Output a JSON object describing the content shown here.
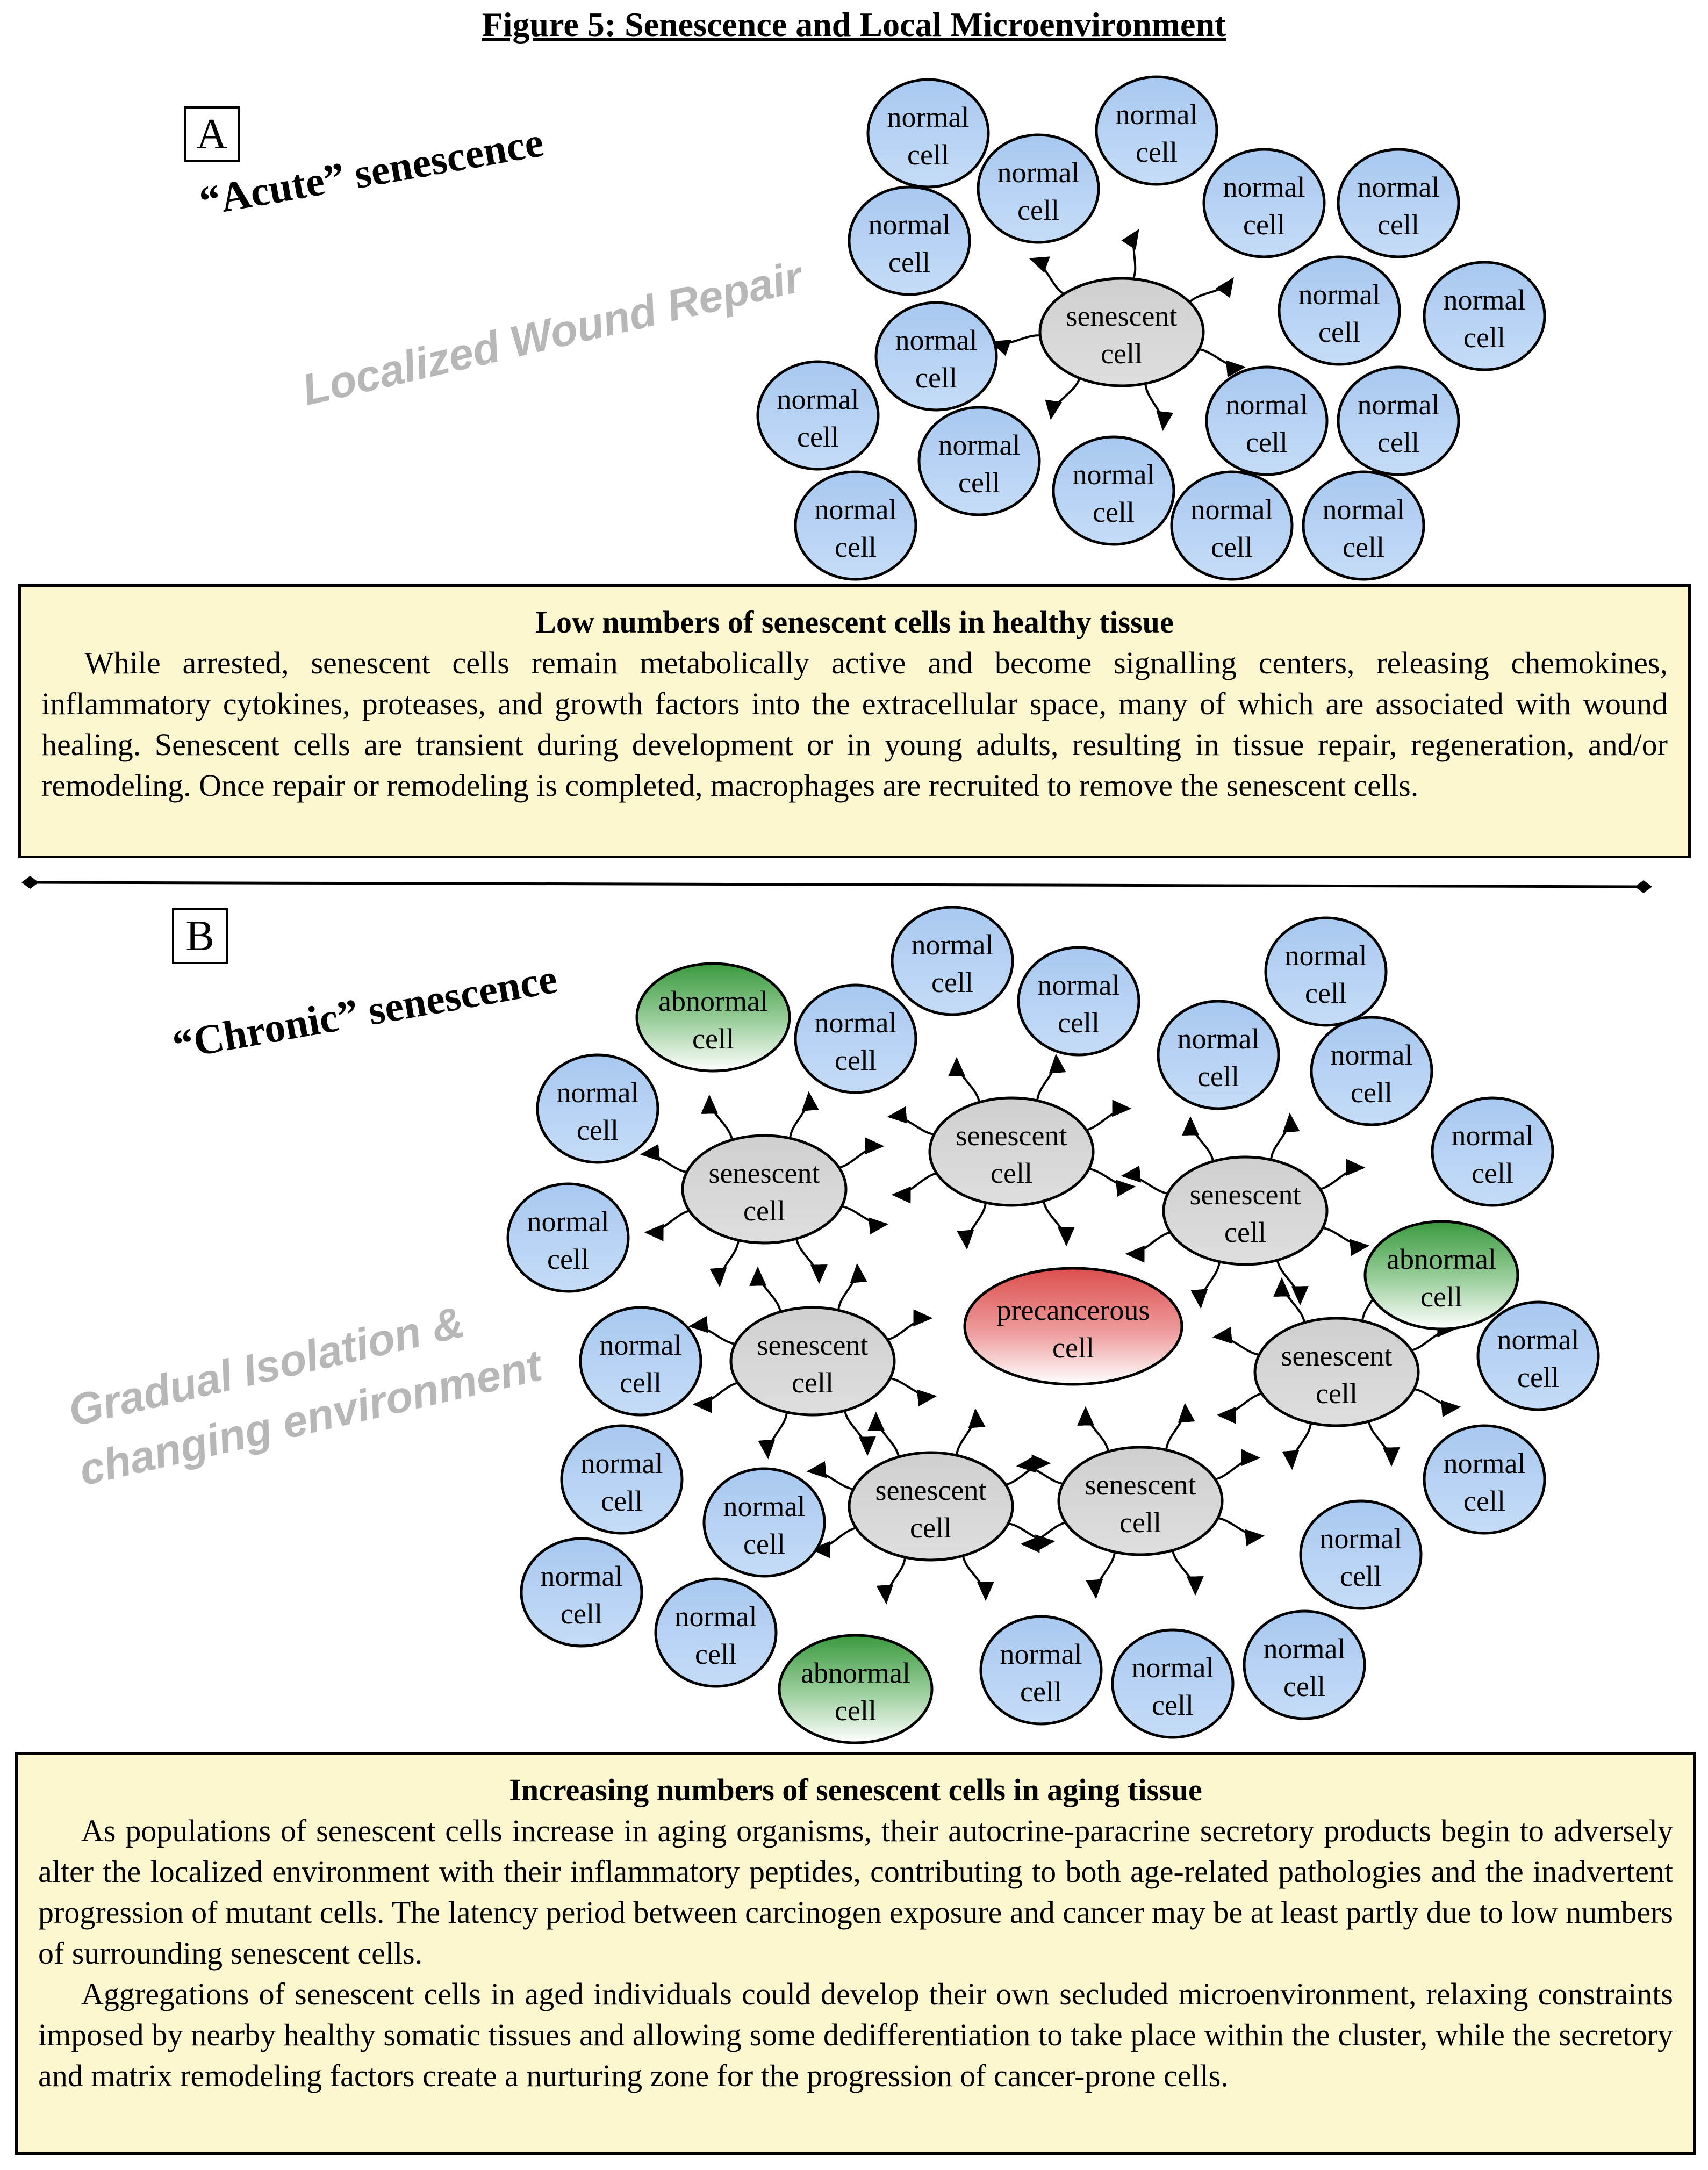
{
  "figure_title": "Figure 5: Senescence and Local Microenvironment",
  "colors": {
    "normal": "#bcd6f5",
    "senescent": "#d2d2d2",
    "abnormal": "#4aa34d",
    "precancerous": "#e06060",
    "box_bg": "#fdf7cf"
  },
  "panel_a": {
    "letter": "A",
    "heading": "“Acute” senescence",
    "watermark": "Localized Wound Repair",
    "box": {
      "title": "Low numbers of senescent cells in healthy tissue",
      "paragraphs": [
        "While arrested, senescent cells remain metabolically active and become signalling centers, releasing chemokines, inflammatory cytokines, proteases, and growth factors into the extracellular space, many of which are associated with wound healing. Senescent cells are transient during development or in young adults, resulting in tissue repair, regeneration, and/or remodeling. Once repair or remodeling is completed, macrophages are recruited to remove the senescent cells."
      ]
    }
  },
  "panel_b": {
    "letter": "B",
    "heading": "“Chronic” senescence",
    "watermark_line1": "Gradual Isolation &",
    "watermark_line2": "changing environment",
    "box": {
      "title": "Increasing numbers of senescent cells in aging tissue",
      "paragraphs": [
        "As populations of senescent cells increase in aging organisms, their autocrine-paracrine secretory products begin to adversely alter the localized environment with their inflammatory peptides, contributing to both age-related pathologies and the inadvertent progression of mutant cells. The latency period between carcinogen exposure and cancer may be at least partly due to low numbers of surrounding senescent cells.",
        "Aggregations of senescent cells in aged individuals could develop their own secluded microenvironment, relaxing constraints imposed by nearby healthy somatic tissues and allowing some dedifferentiation to take place within the cluster, while the secretory and matrix remodeling factors create a nurturing zone for the progression of cancer-prone cells."
      ]
    }
  },
  "cell_labels": {
    "normal": [
      "normal",
      "cell"
    ],
    "senescent": [
      "senescent",
      "cell"
    ],
    "abnormal": [
      "abnormal",
      "cell"
    ],
    "precancerous": [
      "precancerous",
      "cell"
    ]
  }
}
